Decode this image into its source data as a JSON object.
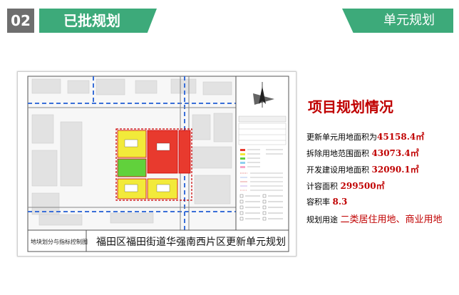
{
  "header": {
    "section_number": "02",
    "left_title": "已批规划",
    "right_title": "单元规划"
  },
  "map": {
    "title": "福田区福田街道华强南西片区更新单元规划",
    "subtitle": "地块划分与指标控制图"
  },
  "planning_info": {
    "title": "项目规划情况",
    "items": [
      {
        "label": "更新单元用地面积为",
        "value": "45158.4㎡"
      },
      {
        "label": "拆除用地范围面积",
        "value": "43073.4㎡"
      },
      {
        "label": "开发建设用地面积",
        "value": "32090.1㎡"
      },
      {
        "label": "计容面积",
        "value": "299500㎡"
      },
      {
        "label": "容积率",
        "value": "8.3"
      },
      {
        "label": "规划用途",
        "value": "二类居住用地、商业用地"
      }
    ]
  },
  "colors": {
    "accent_green": "#3daa7a",
    "header_gray": "#6e6e6e",
    "highlight_red": "#c00000"
  }
}
